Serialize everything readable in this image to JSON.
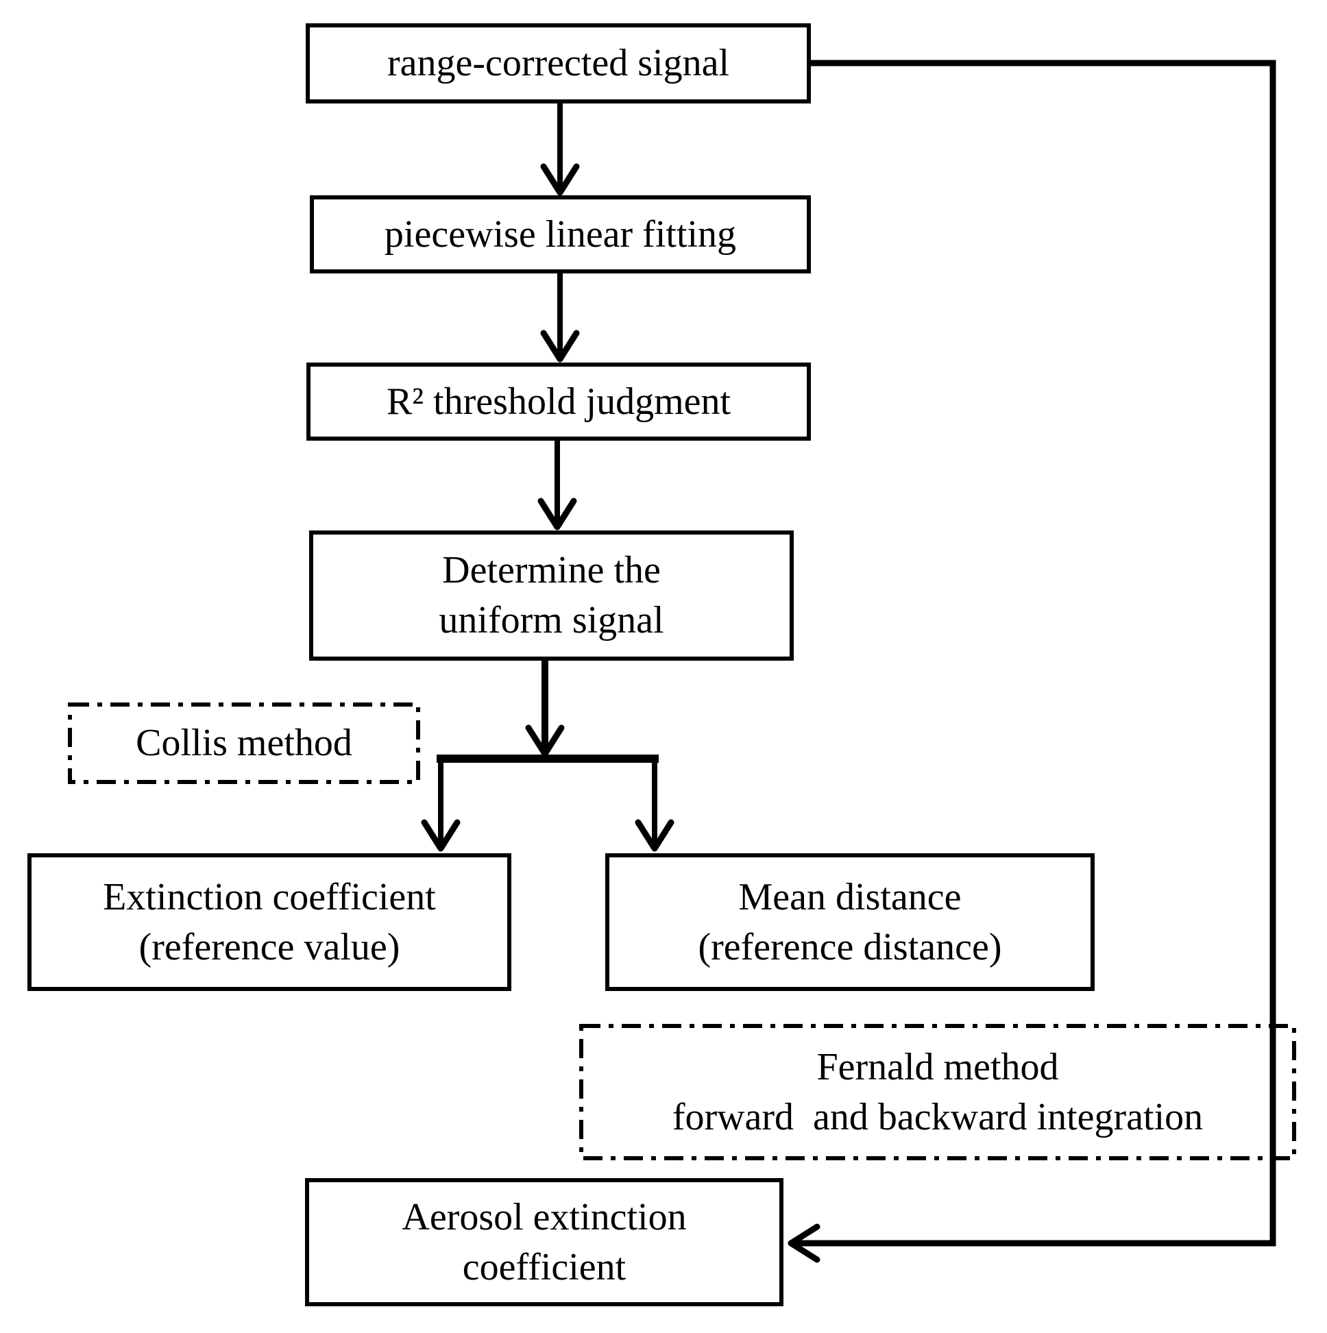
{
  "diagram": {
    "type": "flowchart",
    "colors": {
      "background": "#ffffff",
      "line": "#000000",
      "box_fill": "#ffffff"
    },
    "nodes": {
      "range_corrected": {
        "label": "range-corrected signal",
        "shape": "rect-solid"
      },
      "piecewise_fitting": {
        "label": "piecewise linear fitting",
        "shape": "rect-solid"
      },
      "r2_threshold": {
        "label": "R² threshold judgment",
        "shape": "rect-solid"
      },
      "determine_uniform": {
        "label": "Determine the\nuniform signal",
        "shape": "rect-solid"
      },
      "extinction_coefficient": {
        "label": "Extinction coefficient\n(reference value)",
        "shape": "rect-solid"
      },
      "mean_distance": {
        "label": "Mean distance\n(reference distance)",
        "shape": "rect-solid"
      },
      "aerosol_extinction": {
        "label": "Aerosol extinction\ncoefficient",
        "shape": "rect-solid"
      },
      "collis_method": {
        "label": "Collis method",
        "shape": "rect-dashdot"
      },
      "fernald_method": {
        "label": "Fernald method\nforward  and backward integration",
        "shape": "rect-dashdot"
      }
    },
    "edges": [
      {
        "from": "range_corrected",
        "to": "piecewise_fitting",
        "style": "arrow-down"
      },
      {
        "from": "piecewise_fitting",
        "to": "r2_threshold",
        "style": "arrow-down"
      },
      {
        "from": "r2_threshold",
        "to": "determine_uniform",
        "style": "arrow-down"
      },
      {
        "from": "determine_uniform",
        "to": "extinction_coefficient",
        "style": "arrow-branch"
      },
      {
        "from": "determine_uniform",
        "to": "mean_distance",
        "style": "arrow-branch"
      },
      {
        "from": "range_corrected",
        "to": "aerosol_extinction",
        "style": "arrow-feedback-right-side"
      }
    ]
  }
}
